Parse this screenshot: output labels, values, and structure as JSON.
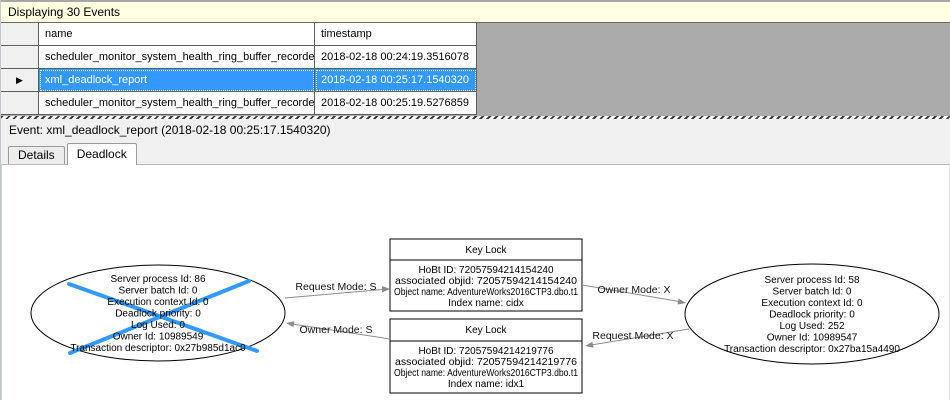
{
  "info_bar": {
    "text": "Displaying 30 Events"
  },
  "grid": {
    "columns": {
      "name": "name",
      "timestamp": "timestamp"
    },
    "rows": [
      {
        "name": "scheduler_monitor_system_health_ring_buffer_recorded",
        "timestamp": "2018-02-18 00:24:19.3516078"
      },
      {
        "name": "xml_deadlock_report",
        "timestamp": "2018-02-18 00:25:17.1540320"
      },
      {
        "name": "scheduler_monitor_system_health_ring_buffer_recorded",
        "timestamp": "2018-02-18 00:25:19.5276859"
      }
    ],
    "selected_row_index": 1
  },
  "icons": {
    "row_marker": "▶"
  },
  "event_bar": {
    "text": "Event: xml_deadlock_report (2018-02-18 00:25:17.1540320)"
  },
  "tabs": {
    "details": "Details",
    "deadlock": "Deadlock",
    "active": "Deadlock"
  },
  "colors": {
    "selection": "#3399FF",
    "victim_cross": "#3399FF",
    "grid_filler": "#ABABAB",
    "info_bar_bg": "#FFFFE1"
  },
  "graph": {
    "victim_process": {
      "lines": [
        "Server process Id: 86",
        "Server batch Id: 0",
        "Execution context Id: 0",
        "Deadlock priority: 0",
        "Log Used: 0",
        "Owner Id: 10989549",
        "Transaction descriptor: 0x27b985d1ac0"
      ]
    },
    "owner_process": {
      "lines": [
        "Server process Id: 58",
        "Server batch Id: 0",
        "Execution context Id: 0",
        "Deadlock priority: 0",
        "Log Used: 252",
        "Owner Id: 10989547",
        "Transaction descriptor: 0x27ba15a4490"
      ]
    },
    "resource_top": {
      "title": "Key Lock",
      "lines": [
        "HoBt ID: 72057594214154240",
        "associated objid: 72057594214154240",
        "Object name: AdventureWorks2016CTP3.dbo.t1",
        "Index name: cidx"
      ]
    },
    "resource_bottom": {
      "title": "Key Lock",
      "lines": [
        "HoBt ID: 72057594214219776",
        "associated objid: 72057594214219776",
        "Object name: AdventureWorks2016CTP3.dbo.t1",
        "Index name: idx1"
      ]
    },
    "edges": [
      {
        "label": "Request Mode: S"
      },
      {
        "label": "Owner Mode: S"
      },
      {
        "label": "Owner Mode: X"
      },
      {
        "label": "Request Mode: X"
      }
    ]
  }
}
